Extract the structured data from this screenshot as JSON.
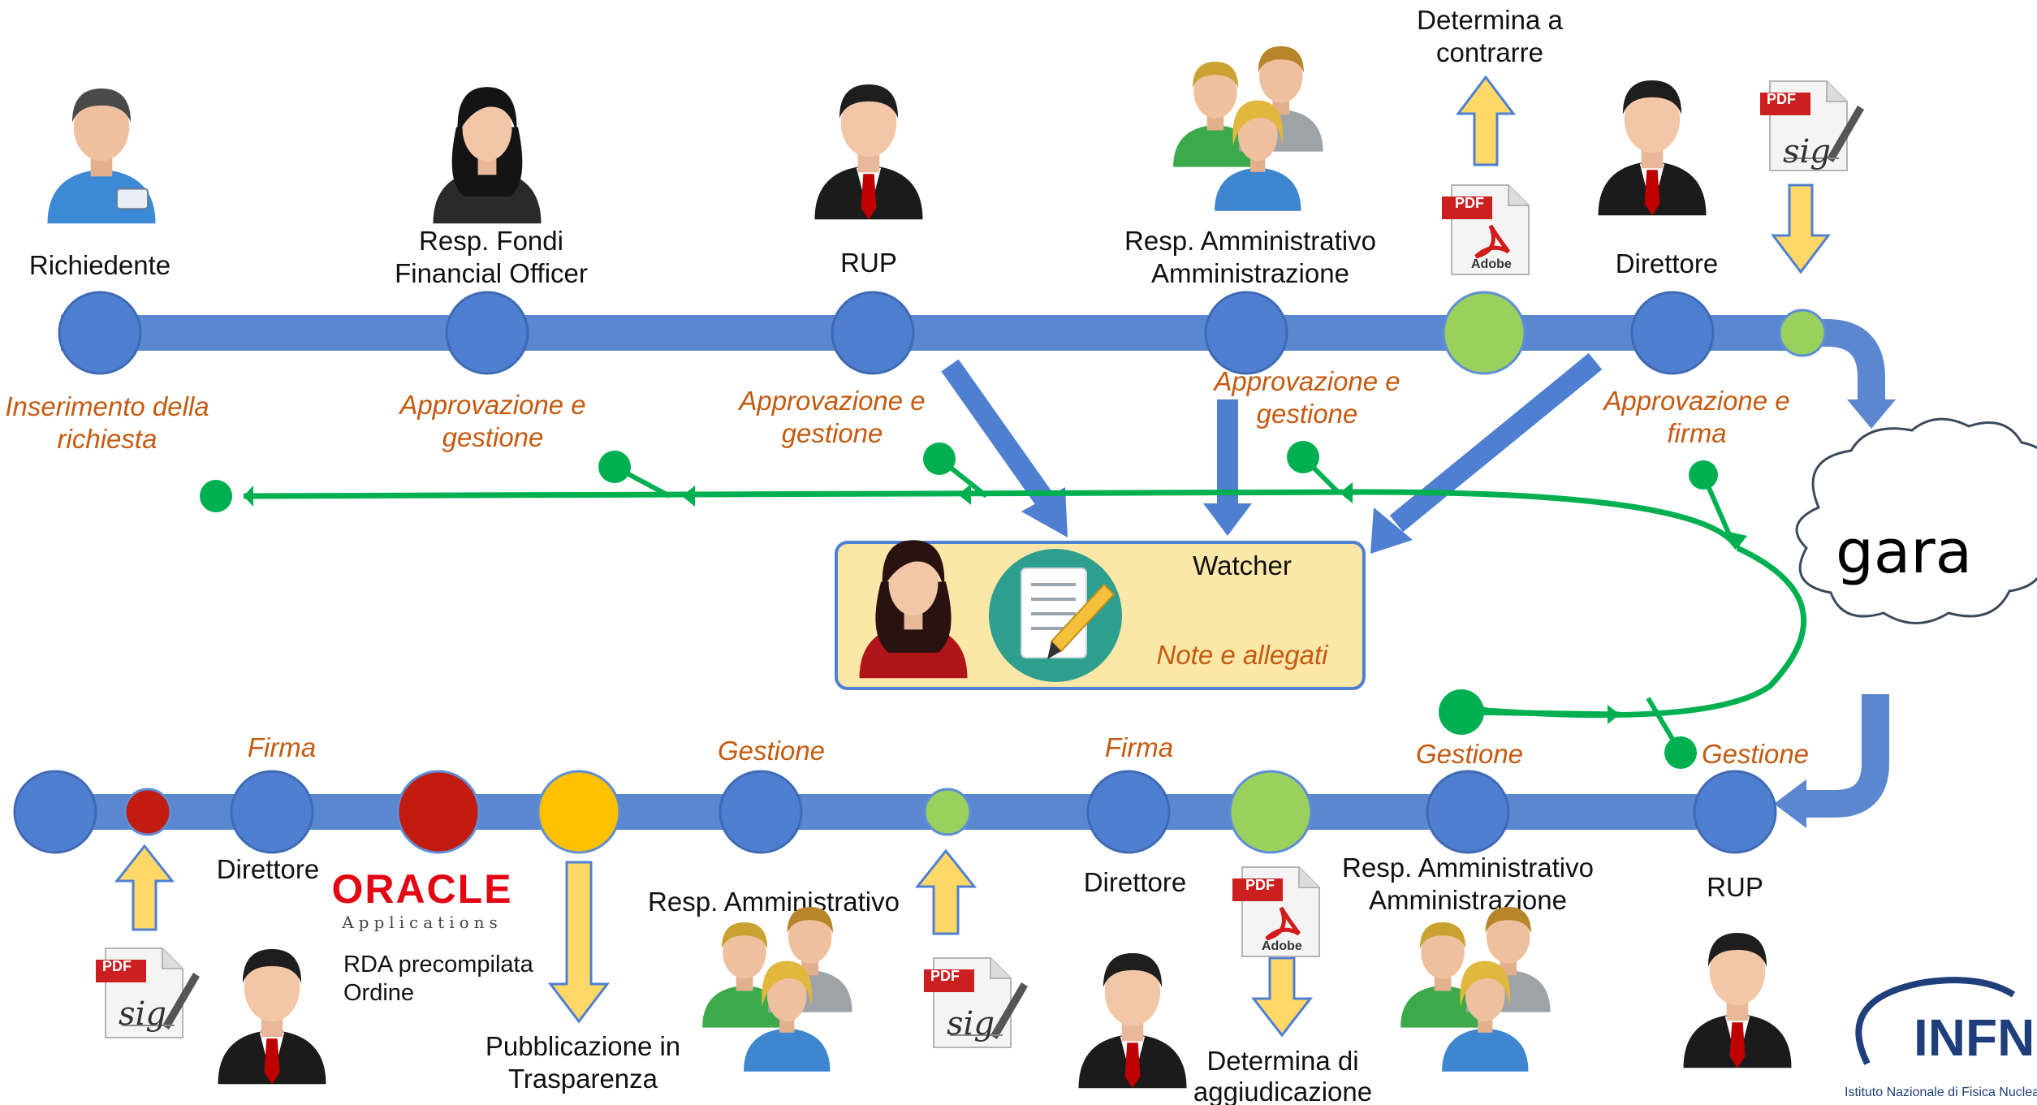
{
  "colors": {
    "timeline": "#5b87d1",
    "node_blue": "#4f7fd1",
    "node_green": "#9ad05d",
    "node_red": "#c21c10",
    "node_yellow": "#ffc000",
    "feedback_green": "#00b050",
    "arrow_yellow": "#ffd868",
    "watcher_bg": "#fbe7a8",
    "italic_text": "#c55a11"
  },
  "top_row": {
    "richiedente": {
      "label": "Richiedente",
      "action": "Inserimento della richiesta"
    },
    "resp_fondi": {
      "label_line1": "Resp. Fondi",
      "label_line2": "Financial Officer",
      "action_line1": "Approvazione e",
      "action_line2": "gestione"
    },
    "rup": {
      "label": "RUP",
      "action_line1": "Approvazione e",
      "action_line2": "gestione"
    },
    "resp_amm": {
      "label_line1": "Resp. Amministrativo",
      "label_line2": "Amministrazione",
      "action_line1": "Approvazione e",
      "action_line2": "gestione"
    },
    "determina_contrarre": {
      "line1": "Determina a",
      "line2": "contrarre"
    },
    "direttore": {
      "label": "Direttore",
      "action_line1": "Approvazione e",
      "action_line2": "firma"
    }
  },
  "inserimento": {
    "line1": "Inserimento della",
    "line2": "richiesta"
  },
  "watcher": {
    "title": "Watcher",
    "subtitle": "Note e allegati"
  },
  "gara": "gara",
  "bottom_row": {
    "rup": {
      "label": "RUP",
      "action": "Gestione"
    },
    "resp_amm": {
      "label_line1": "Resp. Amministrativo",
      "label_line2": "Amministrazione",
      "action": "Gestione"
    },
    "determina_aggiudicazione": {
      "line1": "Determina di",
      "line2": "aggiudicazione"
    },
    "direttore_mid": {
      "label": "Direttore",
      "action": "Firma"
    },
    "resp_amm_short": {
      "label": "Resp. Amministrativo",
      "action": "Gestione"
    },
    "pubblicazione": {
      "line1": "Pubblicazione in",
      "line2": "Trasparenza"
    },
    "oracle": {
      "brand": "ORACLE",
      "sub": "Applications",
      "line1": "RDA precompilata",
      "line2": "Ordine"
    },
    "direttore_left": {
      "label": "Direttore",
      "action": "Firma"
    }
  },
  "doc": {
    "pdf": "PDF",
    "sig": "sig",
    "adobe": "Adobe"
  },
  "logo": {
    "name": "INFN",
    "full": "Istituto Nazionale di Fisica Nucleare"
  },
  "icons": [
    "person-icon",
    "businesswoman-icon",
    "businessman-icon",
    "group-icon",
    "pdf-document-icon",
    "signed-pdf-icon",
    "notepad-icon",
    "cloud-icon"
  ]
}
